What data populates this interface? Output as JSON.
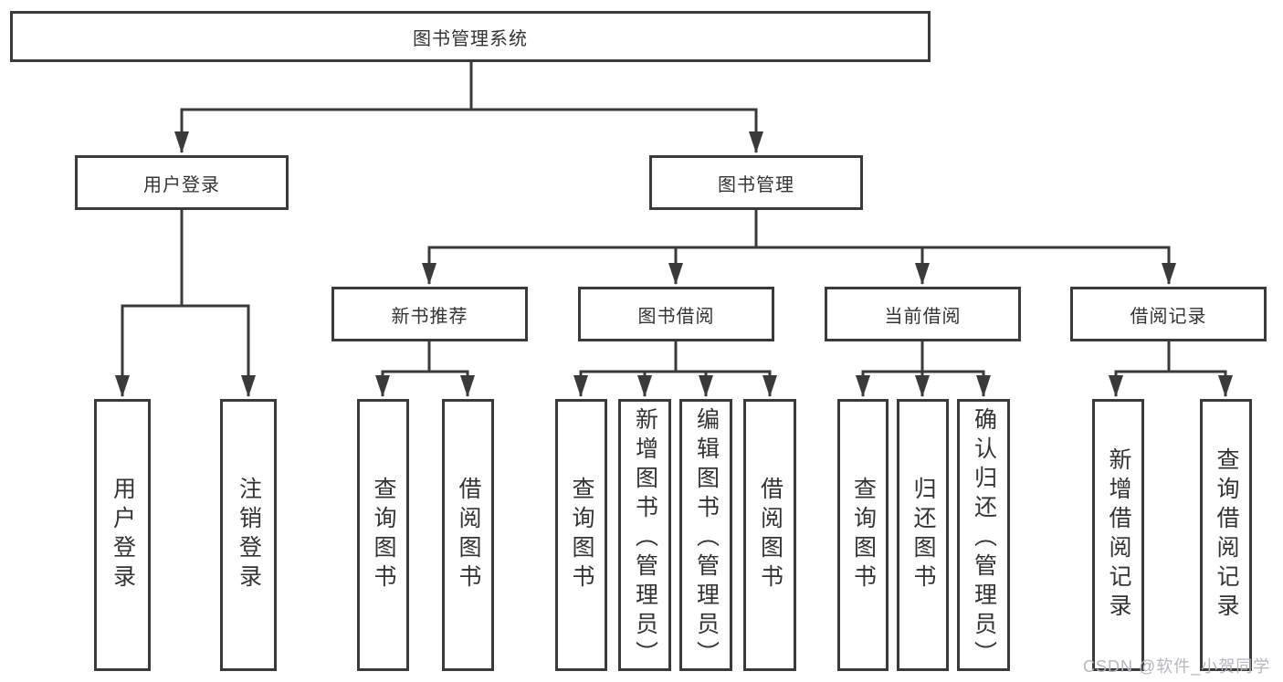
{
  "colors": {
    "line": "#3a3a3a",
    "text": "#333333",
    "background": "#ffffff",
    "watermark": "#b4b7bb"
  },
  "watermark": {
    "text": "CSDN @软件_小贺同学"
  },
  "tree": {
    "label": "图书管理系统",
    "children": [
      {
        "label": "用户登录",
        "children": [
          {
            "label": "用户登录"
          },
          {
            "label": "注销登录"
          }
        ]
      },
      {
        "label": "图书管理",
        "children": [
          {
            "label": "新书推荐",
            "children": [
              {
                "label": "查询图书"
              },
              {
                "label": "借阅图书"
              }
            ]
          },
          {
            "label": "图书借阅",
            "children": [
              {
                "label": "查询图书"
              },
              {
                "label": "新增图书（管理员）"
              },
              {
                "label": "编辑图书（管理员）"
              },
              {
                "label": "借阅图书"
              }
            ]
          },
          {
            "label": "当前借阅",
            "children": [
              {
                "label": "查询图书"
              },
              {
                "label": "归还图书"
              },
              {
                "label": "确认归还（管理员）"
              }
            ]
          },
          {
            "label": "借阅记录",
            "children": [
              {
                "label": "新增借阅记录"
              },
              {
                "label": "查询借阅记录"
              }
            ]
          }
        ]
      }
    ]
  }
}
